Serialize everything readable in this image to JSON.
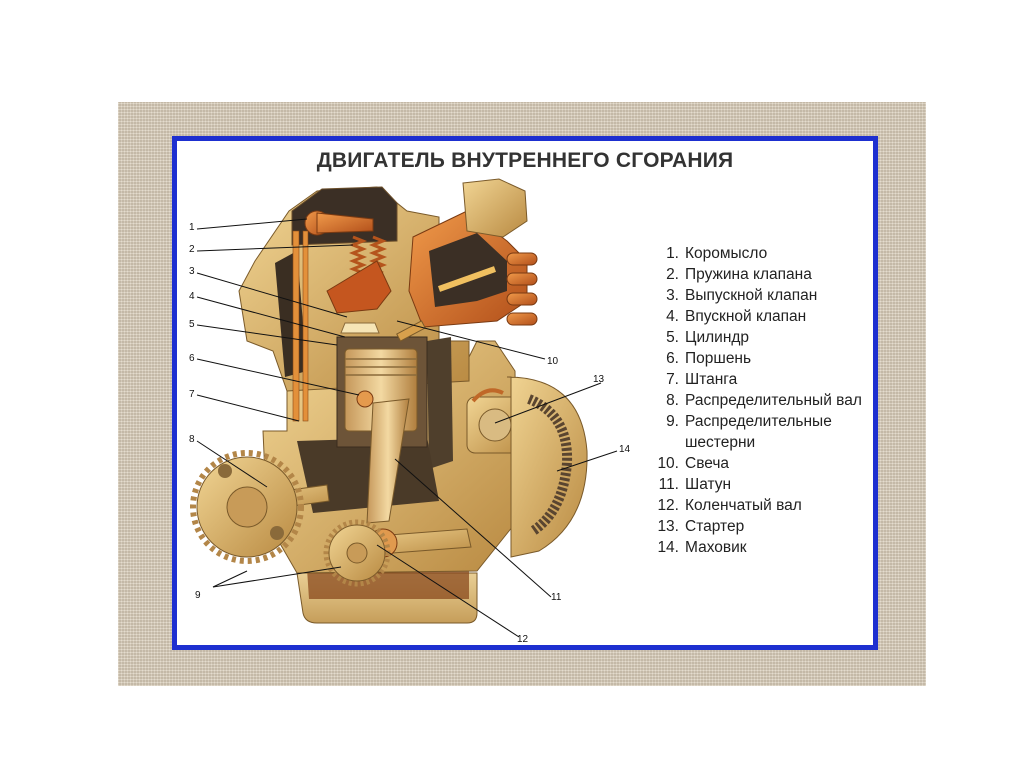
{
  "title": "ДВИГАТЕЛЬ ВНУТРЕННЕГО СГОРАНИЯ",
  "legend": [
    {
      "num": "1.",
      "label": "Коромысло"
    },
    {
      "num": "2.",
      "label": "Пружина клапана"
    },
    {
      "num": "3.",
      "label": "Выпускной клапан"
    },
    {
      "num": "4.",
      "label": "Впускной клапан"
    },
    {
      "num": "5.",
      "label": "Цилиндр"
    },
    {
      "num": "6.",
      "label": "Поршень"
    },
    {
      "num": "7.",
      "label": "Штанга"
    },
    {
      "num": "8.",
      "label": "Распределительный вал"
    },
    {
      "num": "9.",
      "label": "Распределительные шестерни"
    },
    {
      "num": "10.",
      "label": "Свеча"
    },
    {
      "num": "11.",
      "label": "Шатун"
    },
    {
      "num": "12.",
      "label": "Коленчатый вал"
    },
    {
      "num": "13.",
      "label": "Стартер"
    },
    {
      "num": "14.",
      "label": "Маховик"
    }
  ],
  "callouts": [
    "1",
    "2",
    "3",
    "4",
    "5",
    "6",
    "7",
    "8",
    "9",
    "10",
    "11",
    "12",
    "13",
    "14"
  ],
  "colors": {
    "frame_border": "#1d2fd0",
    "engine_tan": "#d9b46a",
    "engine_orange": "#d8732e",
    "engine_dark": "#4a3a28"
  }
}
